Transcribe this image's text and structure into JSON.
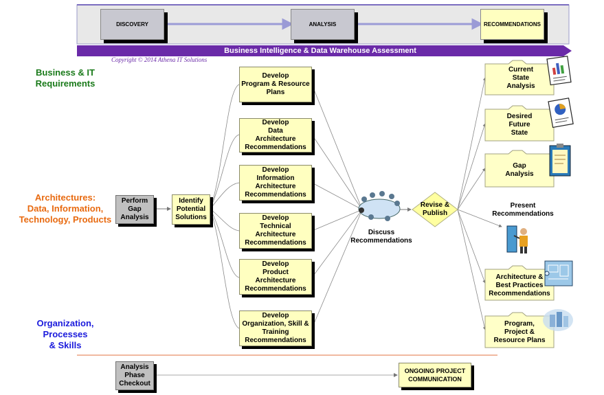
{
  "phases": {
    "discovery": "DISCOVERY",
    "analysis": "ANALYSIS",
    "recommendations": "RECOMMENDATIONS"
  },
  "banner": "Business Intelligence & Data Warehouse Assessment",
  "copyright": "Copyright © 2014 Athena IT Solutions",
  "side_labels": {
    "business": "Business & IT\nRequirements",
    "architectures": "Architectures:\nData, Information,\nTechnology, Products",
    "organization": "Organization,\nProcesses\n& Skills"
  },
  "side_colors": {
    "business": "#1a7a1a",
    "architectures": "#e86a10",
    "organization": "#1a1adc"
  },
  "process": {
    "perform_gap": "Perform\nGap\nAnalysis",
    "identify": "Identify\nPotential\nSolutions",
    "develop": [
      "Develop\nProgram & Resource\nPlans",
      "Develop\nData\nArchitecture\nRecommendations",
      "Develop\nInformation\nArchitecture\nRecommendations",
      "Develop\nTechnical\nArchitecture\nRecommendations",
      "Develop\nProduct\nArchitecture\nRecommendations",
      "Develop\nOrganization, Skill &\nTraining\nRecommendations"
    ],
    "discuss": "Discuss\nRecommendations",
    "revise": "Revise &\nPublish",
    "present": "Present\nRecommendations"
  },
  "deliverables": [
    "Current\nState\nAnalysis",
    "Desired\nFuture\nState",
    "Gap\nAnalysis",
    "Architecture &\nBest Practices\nRecommendations",
    "Program,\nProject &\nResource Plans"
  ],
  "bottom": {
    "checkout": "Analysis\nPhase\nCheckout",
    "ongoing": "ONGOING PROJECT\nCOMMUNICATION"
  }
}
